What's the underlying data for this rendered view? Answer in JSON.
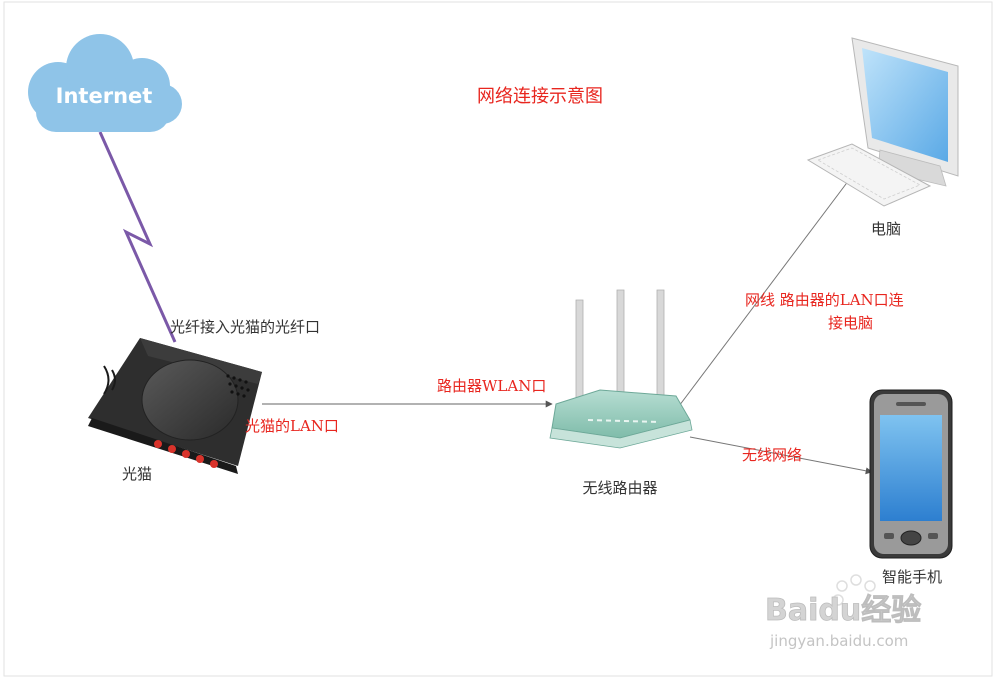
{
  "title": "网络连接示意图",
  "nodes": {
    "cloud": "Internet",
    "modem": "光猫",
    "router": "无线路由器",
    "computer": "电脑",
    "phone": "智能手机"
  },
  "edge_labels": {
    "fiber": "光纤接入光猫的光纤口",
    "router_wlan": "路由器WLAN口",
    "modem_lan": "光猫的LAN口",
    "cable_line1": "网线 路由器的LAN口连",
    "cable_line2": "接电脑",
    "wireless": "无线网络"
  },
  "watermark": {
    "brand": "Baidu经验",
    "url": "jingyan.baidu.com"
  },
  "colors": {
    "accent_red": "#e8261f",
    "text_dark": "#333333",
    "cloud_blue": "#8fc4e8",
    "lightning_purple": "#7b59a8",
    "router_teal": "#8cc7b8"
  }
}
